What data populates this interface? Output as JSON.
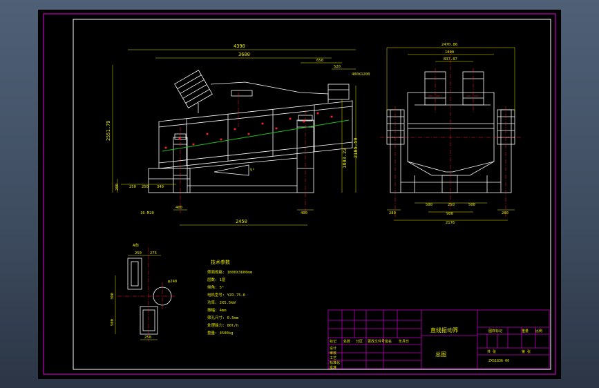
{
  "colors": {
    "background": "#000000",
    "frame": "#c000c0",
    "outline": "#ffffff",
    "dimension": "#e8e800",
    "centerline": "#ff2020",
    "screen_line": "#20c020"
  },
  "front_view": {
    "overall_length": "4390",
    "length_3600": "3600",
    "dim_650": "650",
    "dim_520": "520",
    "inlet": "400X1200",
    "total_height": "2551.79",
    "height_2185": "2185.59",
    "height_1803": "1803.22",
    "base_height": "200",
    "dim_250": "250",
    "dim_250b": "250",
    "dim_340": "340",
    "left_support_width": "400",
    "right_support_width": "400",
    "support_spacing": "2450",
    "bolt_spec": "16-M20",
    "angle_label": "5°"
  },
  "side_view": {
    "overall_width": "2470.86",
    "width_1800": "1800",
    "motor_spacing": "837.87",
    "left_foot": "280",
    "right_foot": "280",
    "bottom_500a": "500",
    "bottom_250": "250",
    "bottom_500b": "500",
    "width_900": "900",
    "base_width": "2176"
  },
  "outlet_detail": {
    "label": "A向",
    "dim_250": "250",
    "dim_275": "275",
    "height_300": "300",
    "height_500": "500",
    "bottom_250": "250",
    "diameter": "φ240"
  },
  "specs": {
    "title": "技术参数",
    "rows": [
      "筛面规格: 1800X3600mm",
      "层数: 1层",
      "倾角: 5°",
      "电机型号: YZO-75-6",
      "功率: 2X5.5kW",
      "振幅: 4mm",
      "筛孔尺寸: 0.5mm",
      "处理能力: 80t/h",
      "重量: 4500kg"
    ]
  },
  "title_block": {
    "name": "直线振动筛",
    "view": "总图",
    "drawing_no": "ZXS1836-00",
    "row_labels": [
      "标记",
      "处数",
      "分区",
      "更改文件号",
      "签名",
      "年月日"
    ],
    "roles": [
      "设计",
      "审核",
      "工艺",
      "标准化",
      "批准"
    ],
    "extra_labels": [
      "图样标记",
      "重量",
      "比例",
      "共 张",
      "第 张"
    ]
  }
}
